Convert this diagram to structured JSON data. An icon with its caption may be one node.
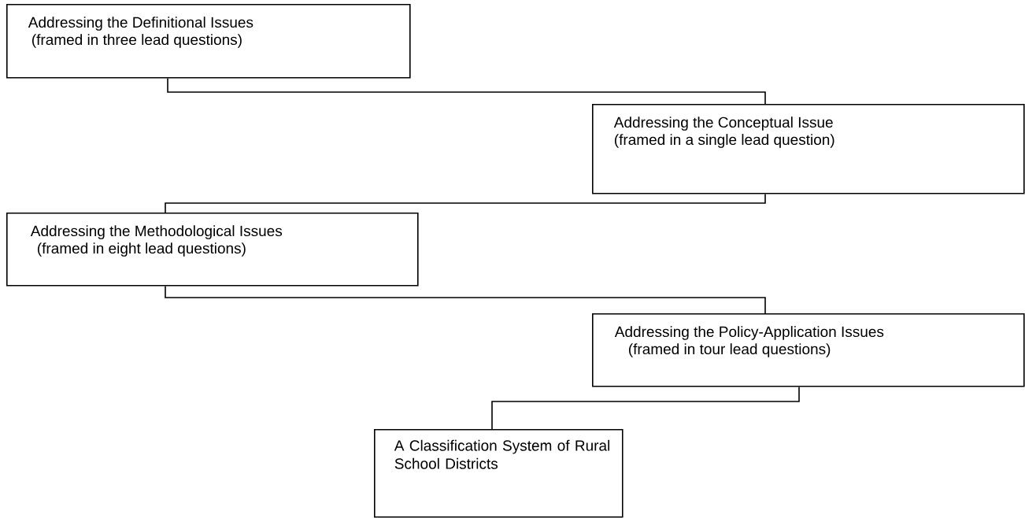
{
  "diagram": {
    "nodes": [
      {
        "text": [
          "Addressing the Definitional Issues",
          "(framed in three lead questions)"
        ]
      },
      {
        "text": [
          "Addressing the Conceptual Issue",
          "(framed in a single lead question)"
        ]
      },
      {
        "text": [
          "Addressing the Methodological Issues",
          "(framed in eight lead questions)"
        ]
      },
      {
        "text": [
          "Addressing the Policy-Application Issues",
          "(framed in tour lead questions)"
        ]
      },
      {
        "text": [
          "A Classification System of Rural School Districts"
        ]
      }
    ],
    "edges": [
      {
        "from": 0,
        "to": 1,
        "arrow": "none"
      },
      {
        "from": 1,
        "to": 2,
        "arrow": "none"
      },
      {
        "from": 2,
        "to": 3,
        "arrow": "none"
      },
      {
        "from": 3,
        "to": 4,
        "arrow": "none"
      }
    ]
  }
}
